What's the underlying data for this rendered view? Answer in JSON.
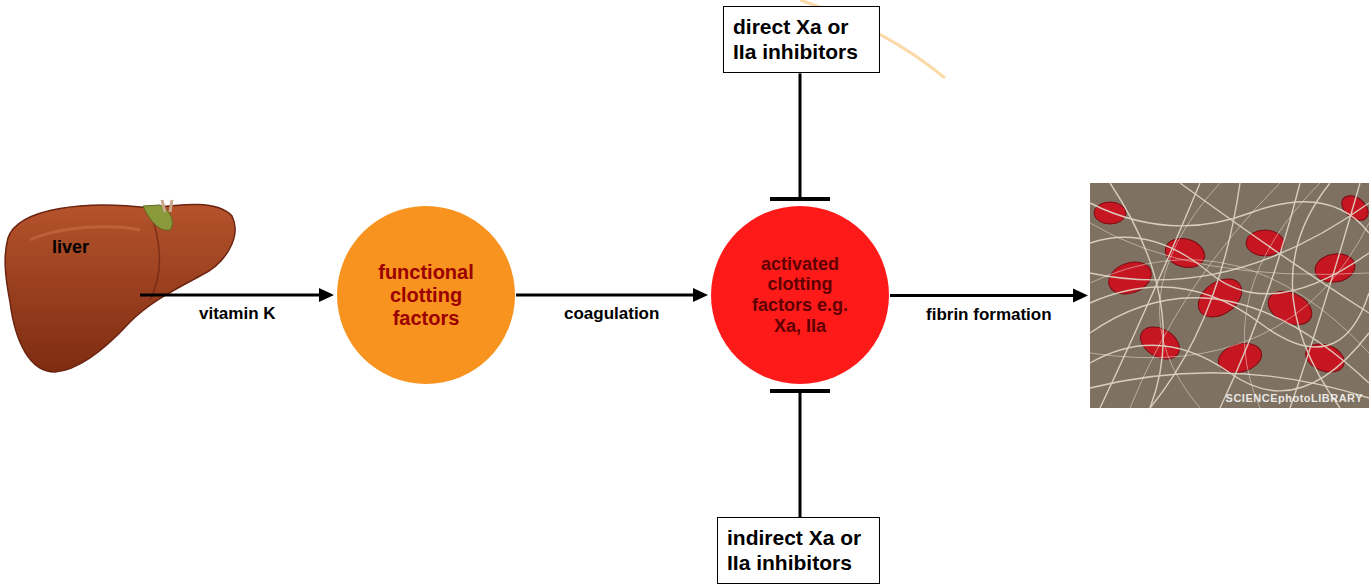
{
  "diagram": {
    "nodes": [
      {
        "text": [
          "direct Xa or IIa inhibitors"
        ]
      },
      {
        "text": [
          "liver"
        ]
      },
      {
        "text": [
          "functional clotting factors"
        ]
      },
      {
        "text": [
          "activated clotting factors e.g. Xa, IIa"
        ]
      },
      {
        "text": [
          "SCIENCEphotoLIBRARY"
        ]
      },
      {
        "text": [
          "indirect Xa or IIa inhibitors"
        ]
      }
    ],
    "edges": [
      {
        "from": 1,
        "to": 2,
        "arrow": "to",
        "label": "vitamin K"
      },
      {
        "from": 2,
        "to": 3,
        "arrow": "to",
        "label": "coagulation"
      },
      {
        "from": 3,
        "to": 4,
        "arrow": "to",
        "label": "fibrin formation"
      },
      {
        "from": 0,
        "to": 3,
        "arrow": "to"
      },
      {
        "from": 5,
        "to": 3,
        "arrow": "to"
      }
    ]
  }
}
